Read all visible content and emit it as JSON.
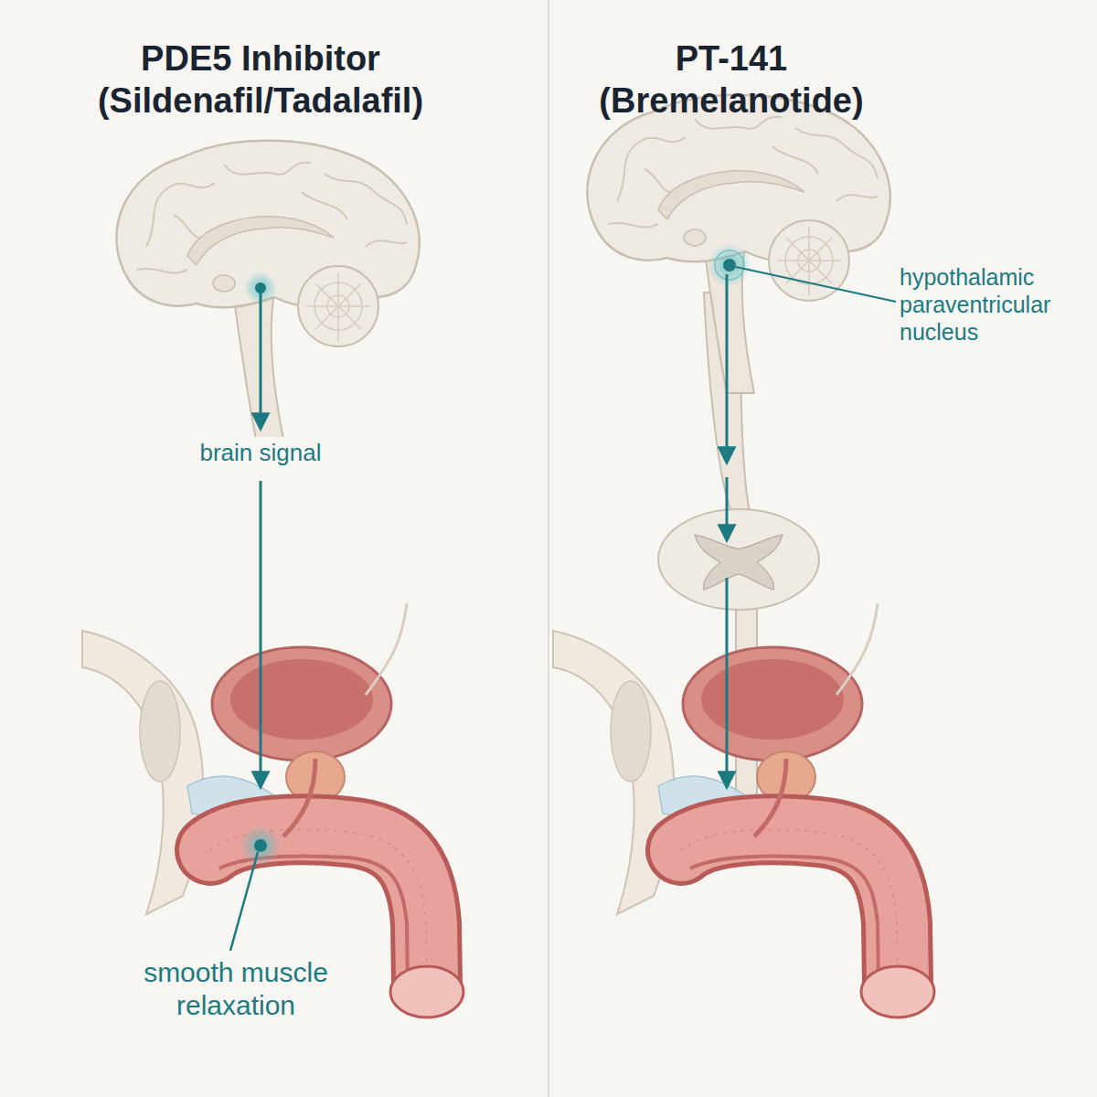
{
  "diagram": {
    "labels": [
      "PDE5 Inhibitor (Sildenafil/Tadalafil)",
      "PT-141 (Bremelanotide)",
      "brain signal",
      "hypothalamic paraventricular nucleus",
      "smooth muscle relaxation"
    ]
  }
}
